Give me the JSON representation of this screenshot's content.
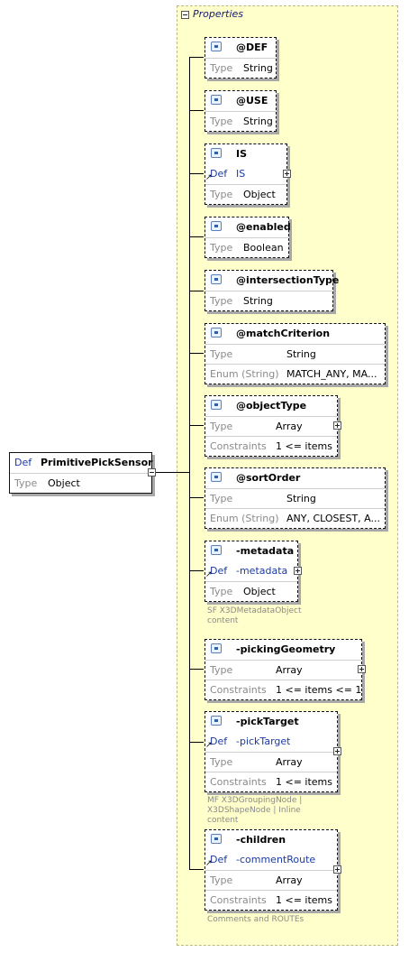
{
  "panel": {
    "title": "Properties"
  },
  "root": {
    "def_label": "Def",
    "name": "PrimitivePickSensor",
    "type_label": "Type",
    "type_value": "Object"
  },
  "nodes": [
    {
      "name": "@DEF",
      "rows": [
        {
          "label": "Type",
          "value": "String"
        }
      ]
    },
    {
      "name": "@USE",
      "rows": [
        {
          "label": "Type",
          "value": "String"
        }
      ]
    },
    {
      "name": "IS",
      "rows": [
        {
          "label": "Def",
          "value": "IS"
        },
        {
          "label": "Type",
          "value": "Object"
        }
      ]
    },
    {
      "name": "@enabled",
      "rows": [
        {
          "label": "Type",
          "value": "Boolean"
        }
      ]
    },
    {
      "name": "@intersectionType",
      "rows": [
        {
          "label": "Type",
          "value": "String"
        }
      ]
    },
    {
      "name": "@matchCriterion",
      "rows": [
        {
          "label": "Type",
          "value": "String"
        },
        {
          "label": "Enum (String)",
          "value": "MATCH_ANY, MA..."
        }
      ]
    },
    {
      "name": "@objectType",
      "rows": [
        {
          "label": "Type",
          "value": "Array"
        },
        {
          "label": "Constraints",
          "value": "1 <= items"
        }
      ]
    },
    {
      "name": "@sortOrder",
      "rows": [
        {
          "label": "Type",
          "value": "String"
        },
        {
          "label": "Enum (String)",
          "value": "ANY, CLOSEST, A..."
        }
      ]
    },
    {
      "name": "-metadata",
      "rows": [
        {
          "label": "Def",
          "value": "-metadata"
        },
        {
          "label": "Type",
          "value": "Object"
        }
      ],
      "note": "SF X3DMetadataObject content"
    },
    {
      "name": "-pickingGeometry",
      "rows": [
        {
          "label": "Type",
          "value": "Array"
        },
        {
          "label": "Constraints",
          "value": "1 <= items <= 1"
        }
      ]
    },
    {
      "name": "-pickTarget",
      "rows": [
        {
          "label": "Def",
          "value": "-pickTarget"
        },
        {
          "label": "Type",
          "value": "Array"
        },
        {
          "label": "Constraints",
          "value": "1 <= items"
        }
      ],
      "note": "MF X3DGroupingNode | X3DShapeNode | Inline content"
    },
    {
      "name": "-children",
      "rows": [
        {
          "label": "Def",
          "value": "-commentRoute"
        },
        {
          "label": "Type",
          "value": "Array"
        },
        {
          "label": "Constraints",
          "value": "1 <= items"
        }
      ],
      "note": "Comments and ROUTEs"
    }
  ]
}
